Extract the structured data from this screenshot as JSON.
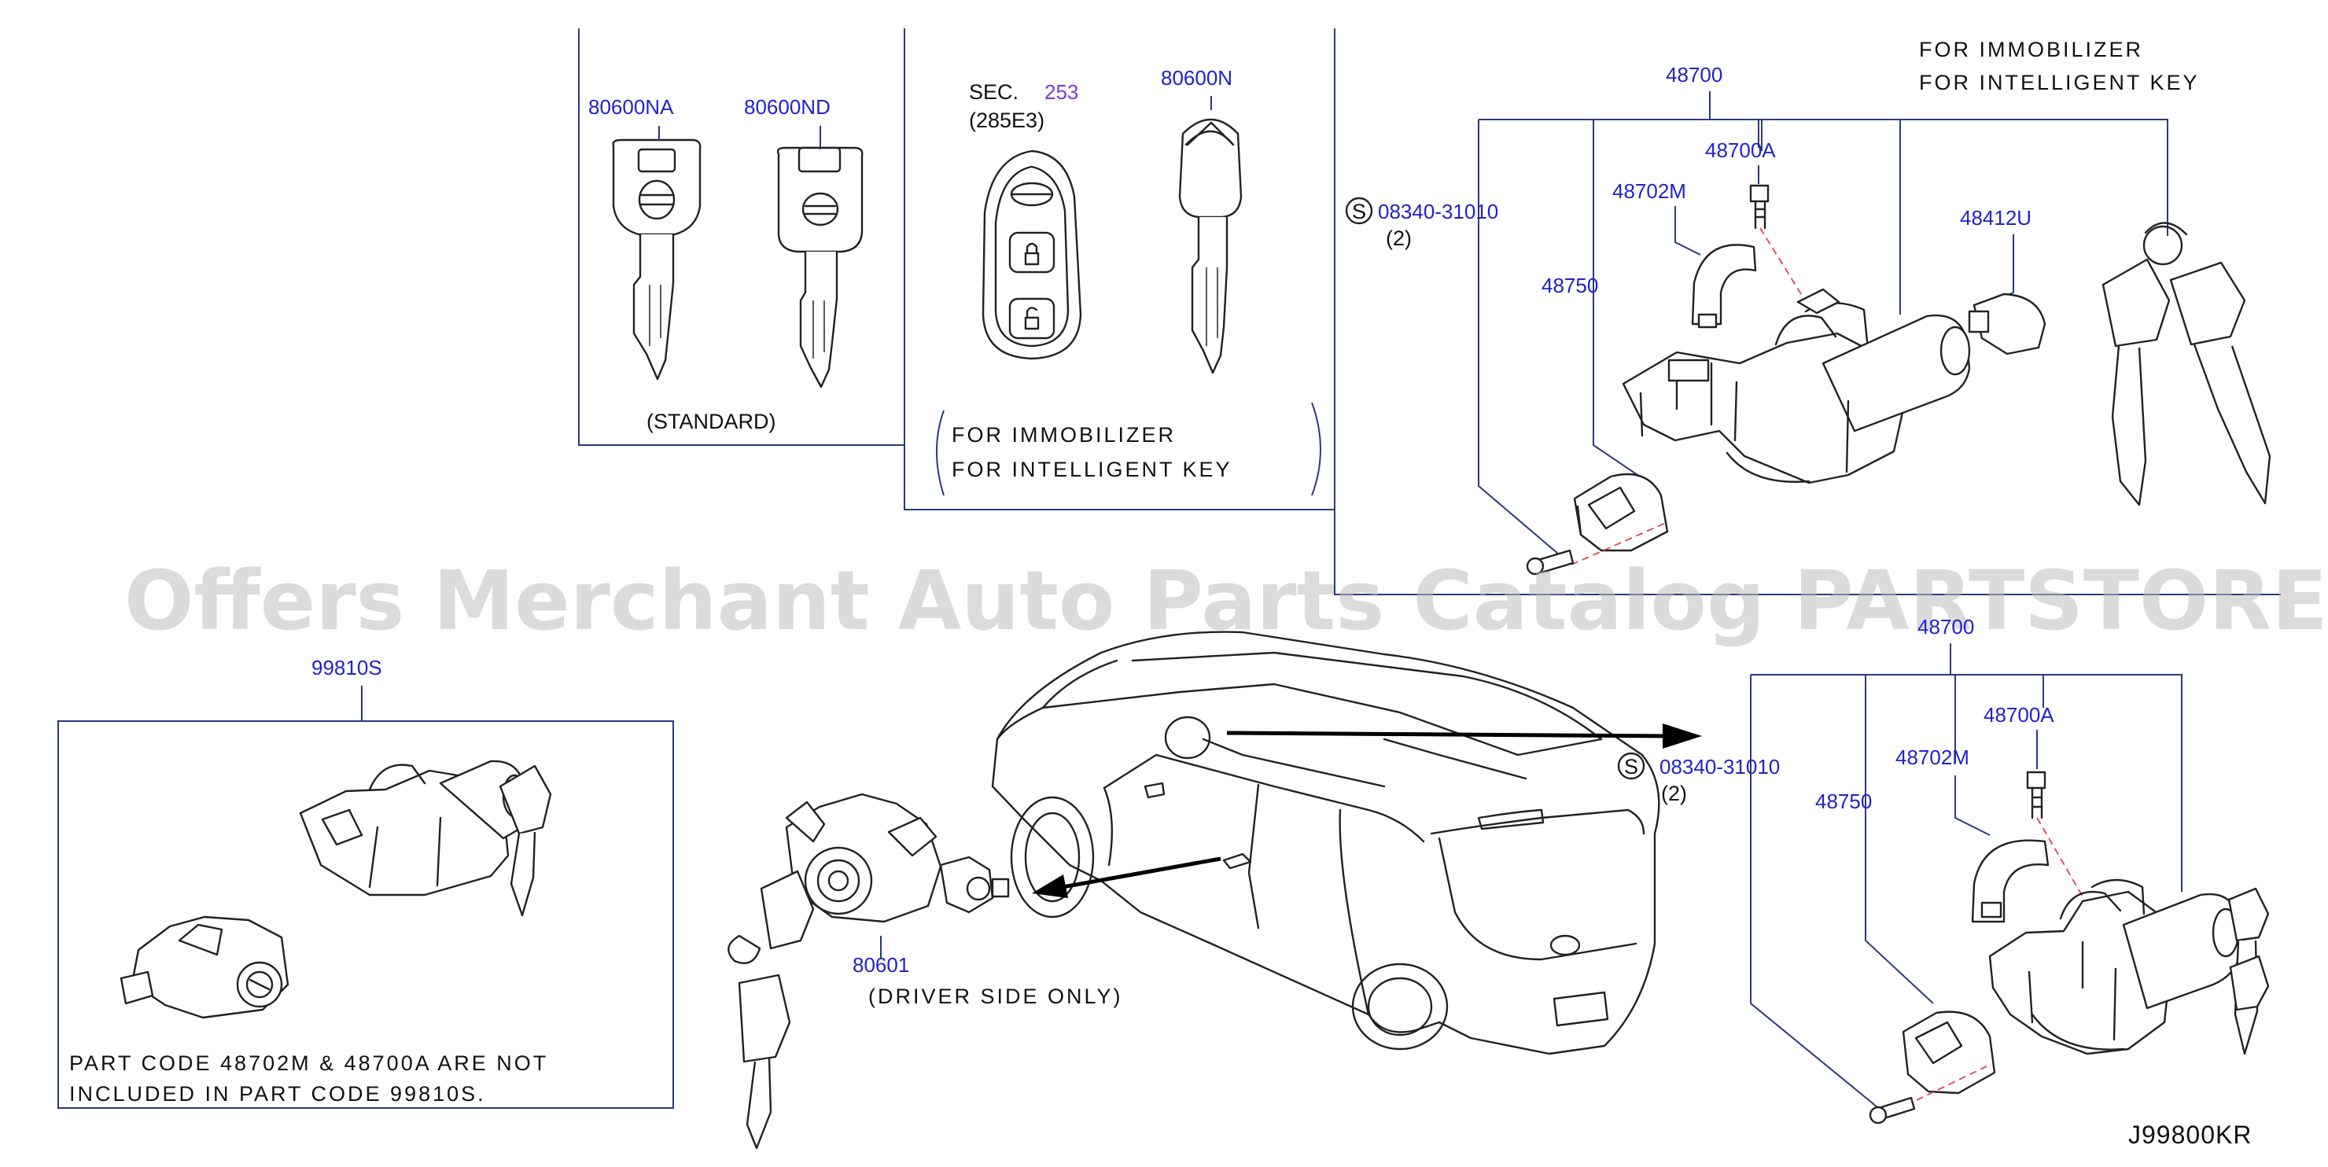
{
  "labels": {
    "p80600NA": "80600NA",
    "p80600ND": "80600ND",
    "standard": "(STANDARD)",
    "sec": "SEC.",
    "sec_num": "253",
    "sec_sub": "(285E3)",
    "p80600N": "80600N",
    "bracket_line1": "FOR   IMMOBILIZER",
    "bracket_line2": "FOR   INTELLIGENT   KEY",
    "top_note_line1": "FOR   IMMOBILIZER",
    "top_note_line2": "FOR   INTELLIGENT   KEY",
    "top_48700": "48700",
    "top_48700A": "48700A",
    "top_48702M": "48702M",
    "top_48750": "48750",
    "top_48412U": "48412U",
    "top_screw_code": "08340-31010",
    "top_screw_qty": "(2)",
    "screw_symbol": "S",
    "kit_99810S": "99810S",
    "kit_note_line1": "PART   CODE   48702M   &   48700A   ARE   NOT",
    "kit_note_line2": "INCLUDED   IN   PART   CODE   99810S.",
    "p80601": "80601",
    "driver_side": "(DRIVER   SIDE   ONLY)",
    "bottom_48700": "48700",
    "bottom_48700A": "48700A",
    "bottom_48702M": "48702M",
    "bottom_48750": "48750",
    "bottom_screw_code": "08340-31010",
    "bottom_screw_qty": "(2)",
    "drawing_id": "J99800KR"
  },
  "watermark": "Offers Merchant Auto Parts Catalog PARTSTORE.SA",
  "colors": {
    "part_number": "#2222cc",
    "section_link": "#7a3ad6",
    "frame": "#2a3a7a",
    "centerline": "#e04545",
    "watermark": "#bdbdbd"
  }
}
